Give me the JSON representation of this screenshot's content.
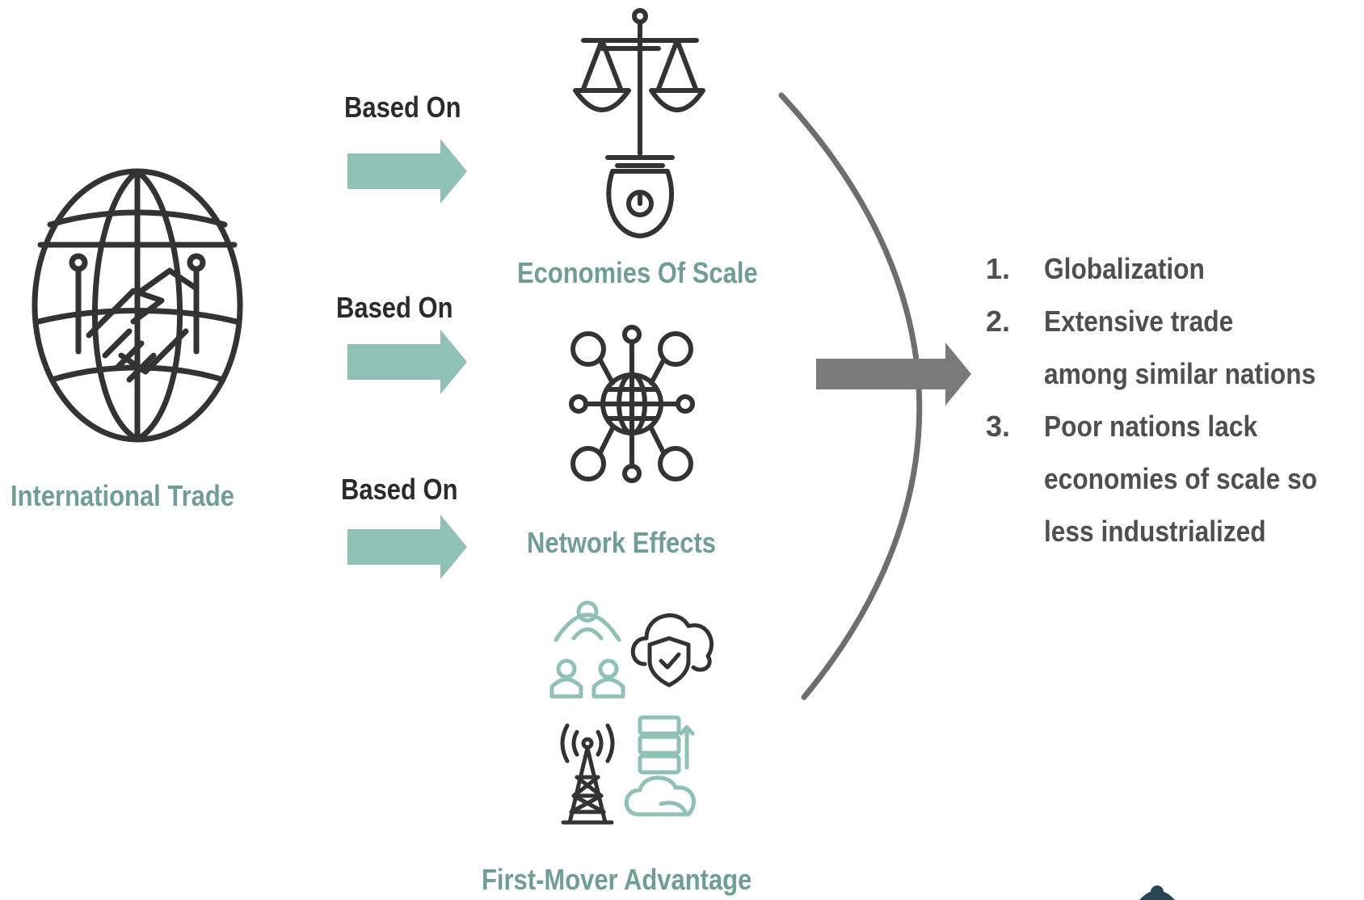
{
  "left": {
    "label": "International Trade"
  },
  "connectors": [
    {
      "label": "Based On"
    },
    {
      "label": "Based On"
    },
    {
      "label": "Based On"
    }
  ],
  "concepts": [
    {
      "label": "Economies Of Scale",
      "icon": "balance-scale-icon"
    },
    {
      "label": "Network Effects",
      "icon": "network-globe-icon"
    },
    {
      "label": "First-Mover Advantage",
      "icon": "tech-cluster-icon"
    }
  ],
  "outcomes": [
    {
      "num": "1.",
      "text": "Globalization"
    },
    {
      "num": "2.",
      "text": "Extensive trade among similar nations"
    },
    {
      "num": "3.",
      "text": "Poor nations lack economies of scale so less industrialized"
    }
  ],
  "colors": {
    "teal": "#6f9e96",
    "arrow_teal": "#8fc1b7",
    "dark_arrow": "#7a7a7a",
    "icon_dark": "#333333"
  }
}
